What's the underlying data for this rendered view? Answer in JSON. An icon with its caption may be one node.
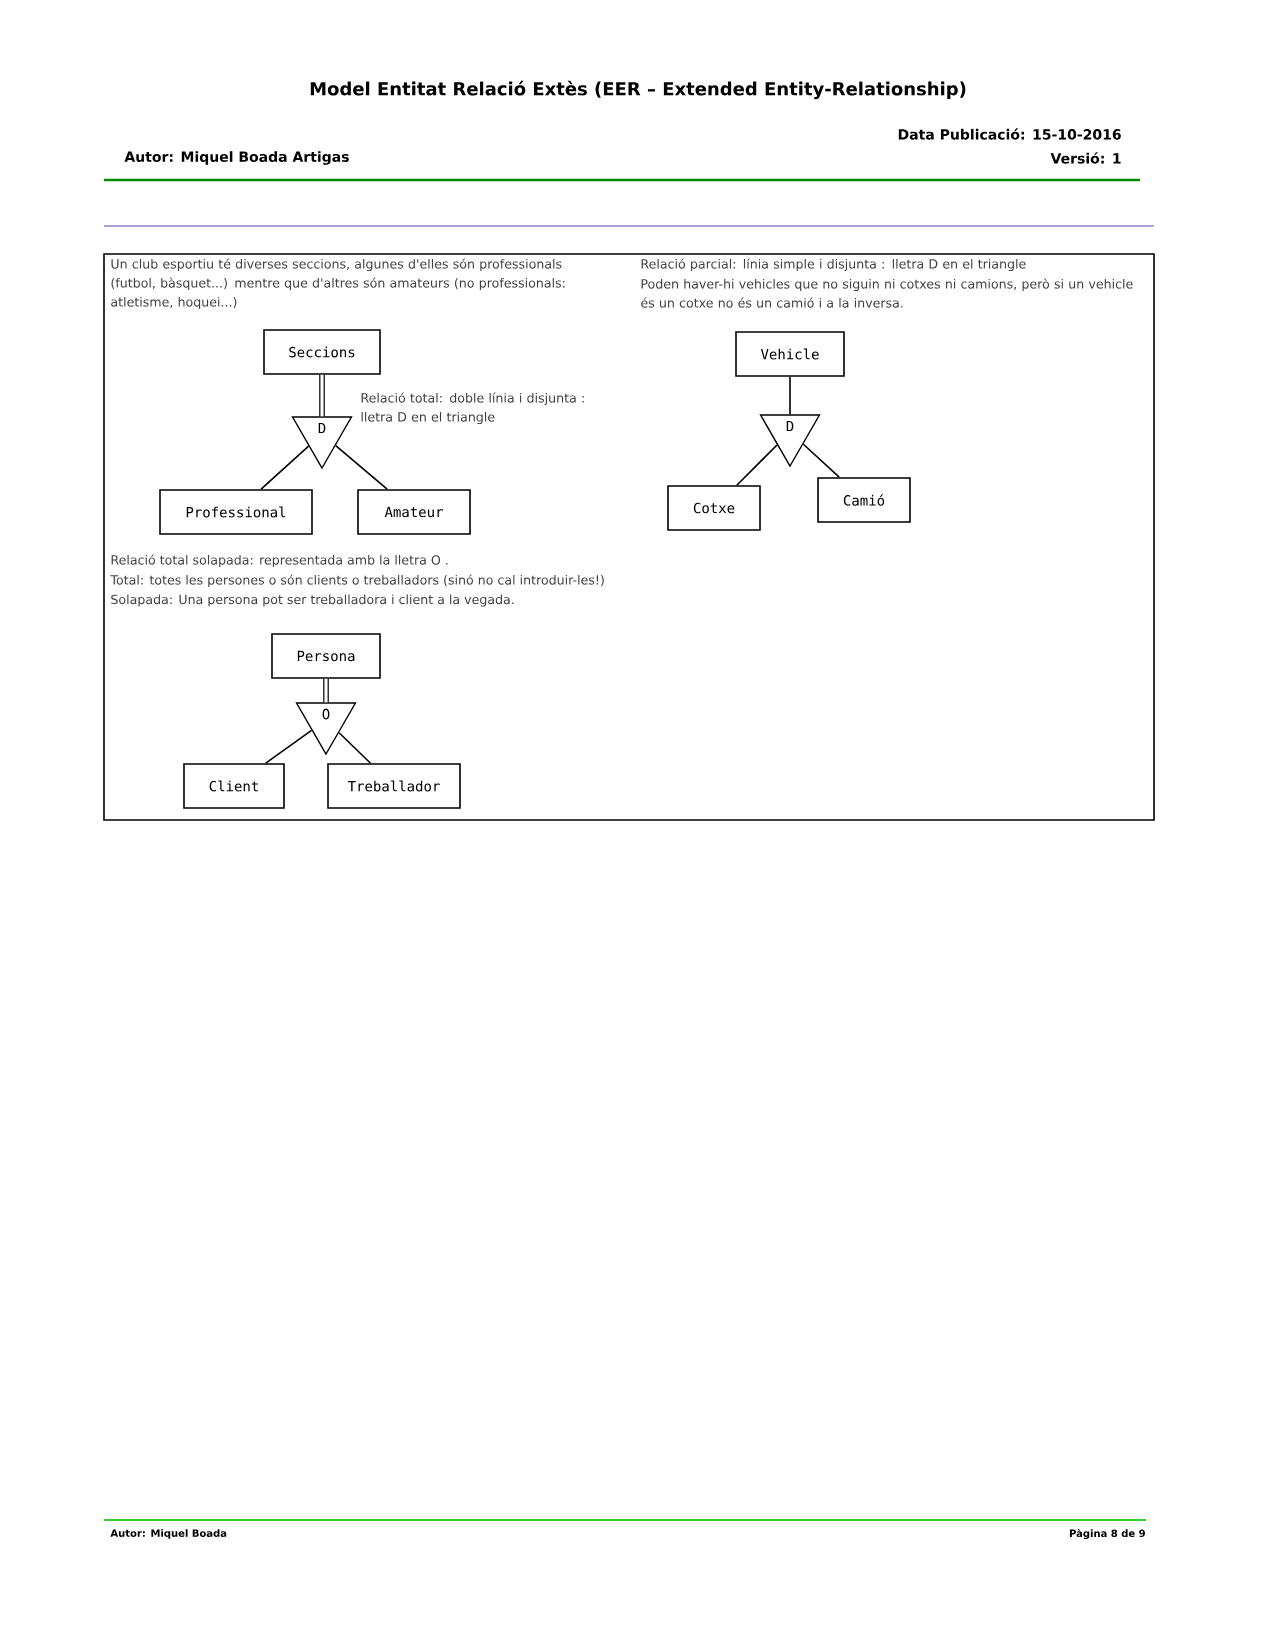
{
  "diagram": {
    "title": "Model Entitat Relació Extès (EER – Extended Entity-Relationship)",
    "nodes": [
      {
        "text": [
          "Seccions"
        ]
      },
      {
        "text": [
          "D"
        ]
      },
      {
        "text": [
          "Professional"
        ]
      },
      {
        "text": [
          "Amateur"
        ]
      },
      {
        "text": [
          "Vehicle"
        ]
      },
      {
        "text": [
          "D"
        ]
      },
      {
        "text": [
          "Cotxe"
        ]
      },
      {
        "text": [
          "Camió"
        ]
      },
      {
        "text": [
          "Persona"
        ]
      },
      {
        "text": [
          "O"
        ]
      },
      {
        "text": [
          "Client"
        ]
      },
      {
        "text": [
          "Treballador"
        ]
      }
    ],
    "edges": [
      {
        "from": 0,
        "to": 1,
        "arrow": "none",
        "style": "thick"
      },
      {
        "from": 1,
        "to": 2,
        "arrow": "none"
      },
      {
        "from": 1,
        "to": 3,
        "arrow": "none"
      },
      {
        "from": 4,
        "to": 5,
        "arrow": "none"
      },
      {
        "from": 5,
        "to": 6,
        "arrow": "none"
      },
      {
        "from": 5,
        "to": 7,
        "arrow": "none"
      },
      {
        "from": 8,
        "to": 9,
        "arrow": "none",
        "style": "thick"
      },
      {
        "from": 9,
        "to": 10,
        "arrow": "none"
      },
      {
        "from": 9,
        "to": 11,
        "arrow": "none"
      }
    ],
    "labels": [
      "Data Publicació: 15-10-2016",
      "Autor: Miquel Boada Artigas",
      "Versió: 1",
      "Un club esportiu té diverses seccions, algunes d'elles són professionals (futbol, bàsquet...) mentre que d'altres són amateurs (no professionals: atletisme, hoquei...)",
      "Relació parcial: línia simple i disjunta : lletra D en el triangle",
      "Poden haver-hi vehicles que no siguin ni cotxes ni camions, però si un vehicle és un cotxe no és un camió i a la inversa.",
      "Relació total: doble línia i disjunta : lletra D en el triangle",
      "Relació total solapada: representada amb la lletra O .",
      "Total: totes les persones o són clients o treballadors (sinó no cal introduir-les!)",
      "Solapada: Una persona pot ser treballadora i client a la vegada.",
      "Autor: Miquel Boada",
      "Pàgina 8 de 9"
    ]
  }
}
